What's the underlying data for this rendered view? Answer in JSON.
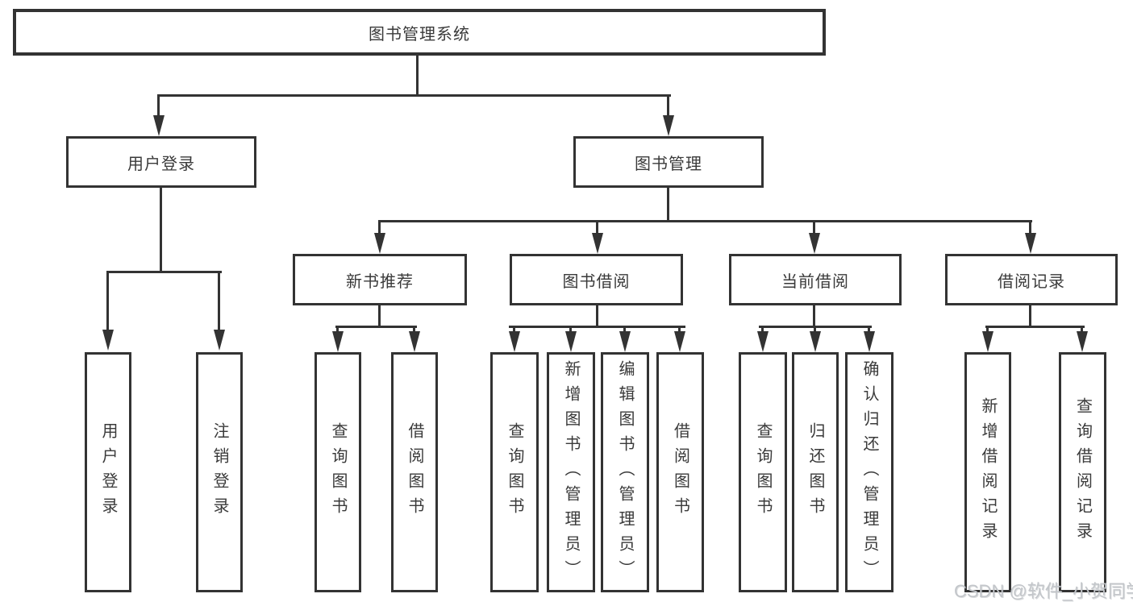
{
  "title": "图书管理系统",
  "colors": {
    "line": "#333333",
    "box_border": "#333333",
    "box_fill": "#ffffff",
    "text": "#3a3a3a",
    "watermark": "#c3c6ca"
  },
  "tree": {
    "label": "图书管理系统",
    "children": [
      {
        "label": "用户登录",
        "children": [
          {
            "label": "用户登录"
          },
          {
            "label": "注销登录"
          }
        ]
      },
      {
        "label": "图书管理",
        "children": [
          {
            "label": "新书推荐",
            "children": [
              {
                "label": "查询图书"
              },
              {
                "label": "借阅图书"
              }
            ]
          },
          {
            "label": "图书借阅",
            "children": [
              {
                "label": "查询图书"
              },
              {
                "label": "新增图书（管理员）"
              },
              {
                "label": "编辑图书（管理员）"
              },
              {
                "label": "借阅图书"
              }
            ]
          },
          {
            "label": "当前借阅",
            "children": [
              {
                "label": "查询图书"
              },
              {
                "label": "归还图书"
              },
              {
                "label": "确认归还（管理员）"
              }
            ]
          },
          {
            "label": "借阅记录",
            "children": [
              {
                "label": "新增借阅记录"
              },
              {
                "label": "查询借阅记录"
              }
            ]
          }
        ]
      }
    ]
  },
  "watermark": "CSDN @软件_小贺同学"
}
